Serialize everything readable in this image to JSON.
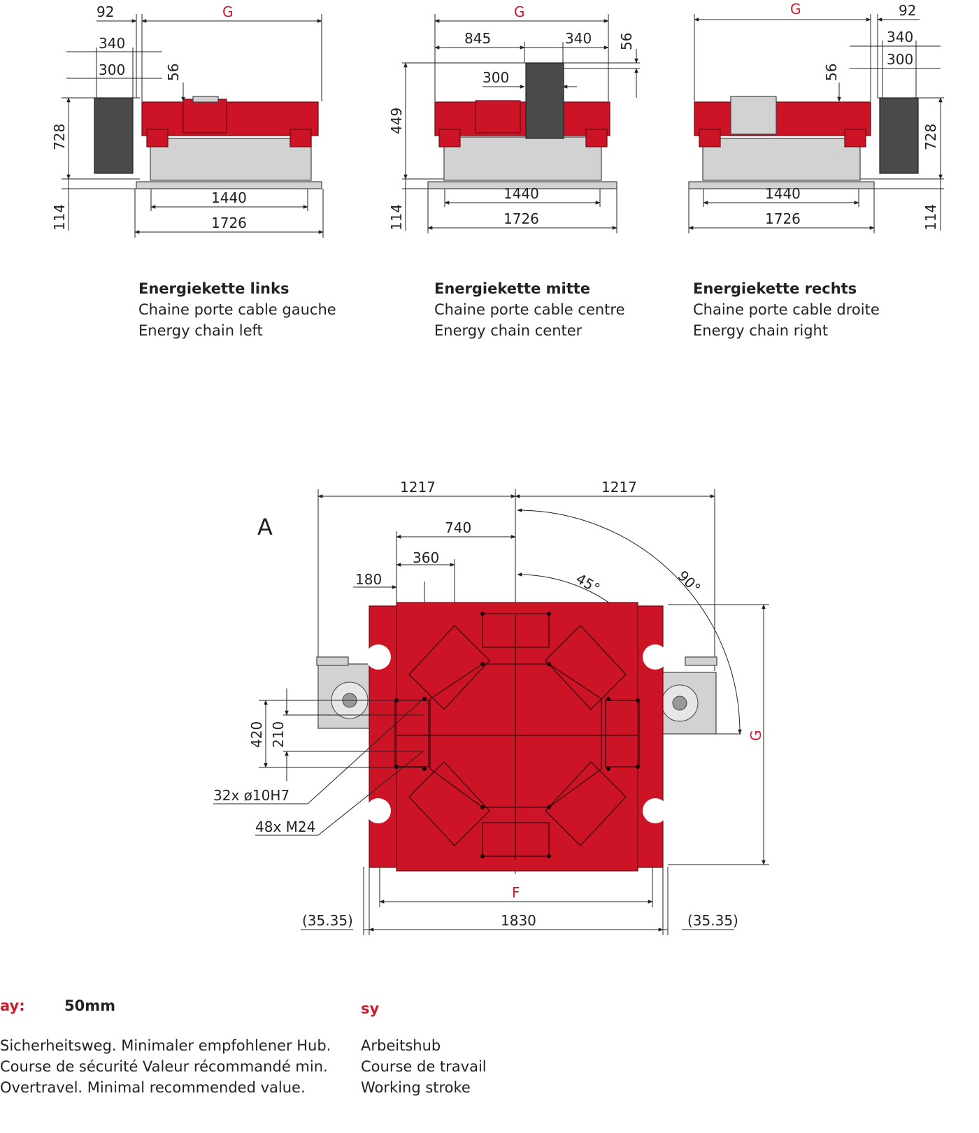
{
  "views": [
    {
      "title": "Energiekette links",
      "fr": "Chaine porte cable gauche",
      "en": "Energy chain left",
      "dims": {
        "d92": "92",
        "d340": "340",
        "d300": "300",
        "d56": "56",
        "g": "G",
        "d728": "728",
        "d114": "114",
        "d1440": "1440",
        "d1726": "1726"
      }
    },
    {
      "title": "Energiekette mitte",
      "fr": "Chaine porte cable centre",
      "en": "Energy chain center",
      "dims": {
        "g": "G",
        "d845": "845",
        "d340": "340",
        "d56": "56",
        "d300": "300",
        "d449": "449",
        "d114": "114",
        "d1440": "1440",
        "d1726": "1726"
      }
    },
    {
      "title": "Energiekette rechts",
      "fr": "Chaine porte cable droite",
      "en": "Energy chain right",
      "dims": {
        "g": "G",
        "d92": "92",
        "d340": "340",
        "d300": "300",
        "d56": "56",
        "d728": "728",
        "d114": "114",
        "d1440": "1440",
        "d1726": "1726"
      }
    }
  ],
  "plan": {
    "label": "A",
    "d1217a": "1217",
    "d1217b": "1217",
    "d740": "740",
    "d360": "360",
    "d180": "180",
    "a45": "45°",
    "a90": "90°",
    "d420": "420",
    "d210": "210",
    "holes": "32x ø10H7",
    "threads": "48x M24",
    "g": "G",
    "f": "F",
    "d1830": "1830",
    "d3535a": "(35.35)",
    "d3535b": "(35.35)"
  },
  "footer": {
    "ay_label": "ay:",
    "ay_value": "50mm",
    "ay_de": "Sicherheitsweg. Minimaler empfohlener Hub.",
    "ay_fr": "Course de sécurité Valeur récommandé min.",
    "ay_en": "Overtravel. Minimal recommended value.",
    "sy_label": "sy",
    "sy_de": "Arbeitshub",
    "sy_fr": "Course de travail",
    "sy_en": "Working stroke"
  },
  "colors": {
    "accent": "#cc1426",
    "label_red": "#cc1b2c"
  }
}
